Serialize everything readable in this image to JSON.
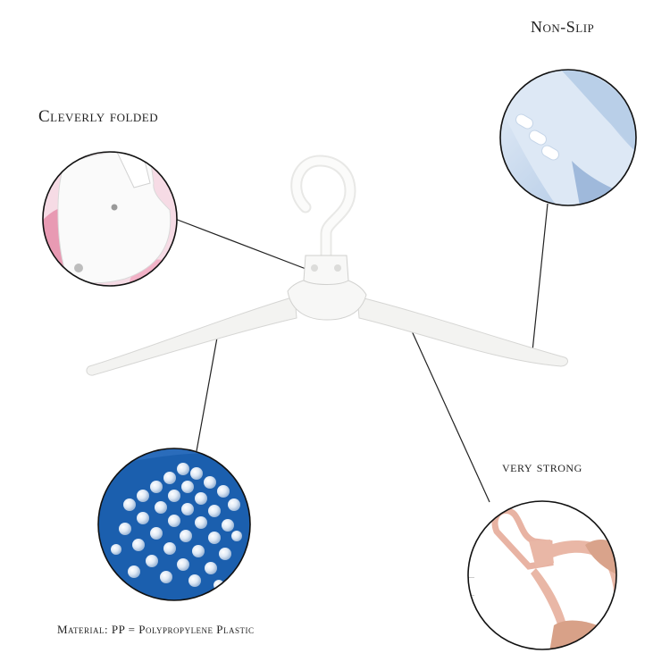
{
  "labels": {
    "cleverly_folded": "Cleverly folded",
    "non_slip": "Non-Slip",
    "very_strong": "very strong",
    "material": "Material: PP = Polypropylene Plastic"
  },
  "colors": {
    "background": "#ffffff",
    "hanger": "#f4f4f2",
    "pellet_bg": "#1b5fae",
    "pink_hanger": "#e9b7a6",
    "nonslip_bg": "#c9dbef",
    "folded_bg": "#f3c9d8"
  }
}
